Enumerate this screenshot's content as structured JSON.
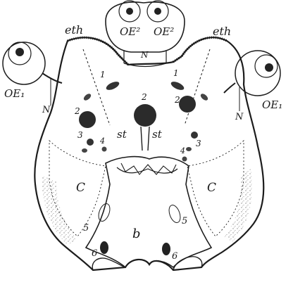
{
  "figure": {
    "labels": {
      "oe2_left": "OE²",
      "oe2_right": "OE²",
      "n_top": "N",
      "eth_left": "eth",
      "eth_right": "eth",
      "oe1_left": "OE₁",
      "oe1_right": "OE₁",
      "n_left": "N",
      "n_right": "N",
      "num_1_left": "1",
      "num_1_right": "1",
      "num_2_left": "2",
      "num_2_center": "2",
      "num_2_right": "2",
      "num_3_left": "3",
      "num_3_right": "3",
      "num_4_left": "4",
      "num_4_right": "4",
      "st_left": "st",
      "st_right": "st",
      "c_left": "C",
      "c_right": "C",
      "num_5_left": "5",
      "num_5_right": "5",
      "b_center": "b",
      "num_6_left": "6",
      "num_6_right": "6"
    }
  }
}
